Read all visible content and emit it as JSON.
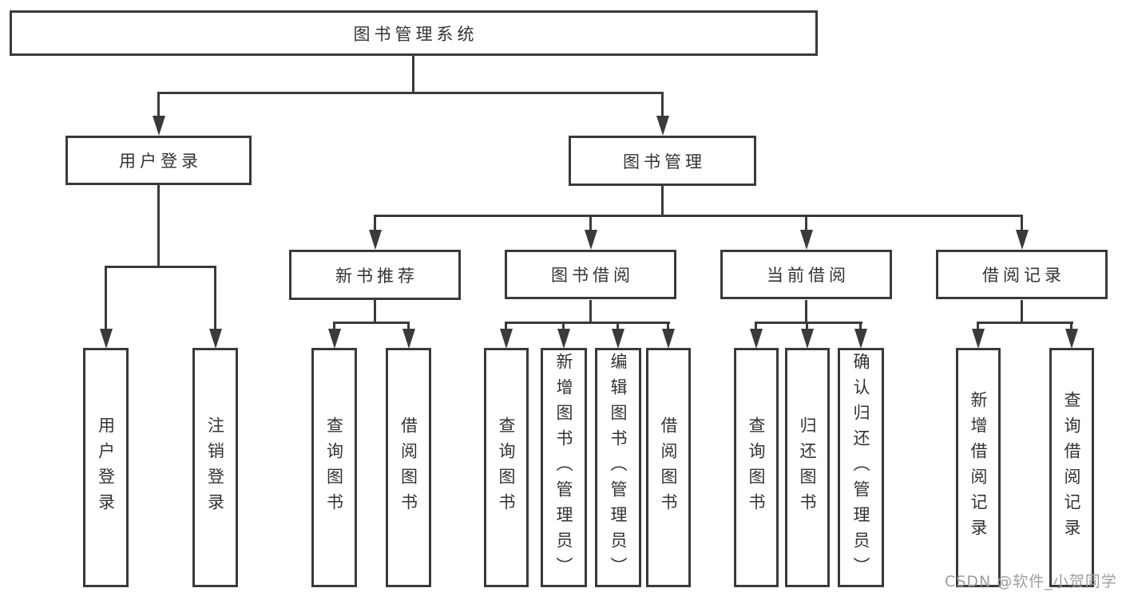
{
  "diagram": {
    "nodes": {
      "root": "图书管理系统",
      "user_login": "用户登录",
      "book_management": "图书管理",
      "new_book_recommend": "新书推荐",
      "book_borrowing": "图书借阅",
      "current_borrowing": "当前借阅",
      "borrowing_records": "借阅记录",
      "leaf_user_login": "用户登录",
      "leaf_logout": "注销登录",
      "leaf_query_books_recommend": "查询图书",
      "leaf_borrow_books_recommend": "借阅图书",
      "leaf_query_books_borrowing": "查询图书",
      "leaf_add_books_admin": "新增图书（管理员）",
      "leaf_edit_books_admin": "编辑图书（管理员）",
      "leaf_borrow_books_borrowing": "借阅图书",
      "leaf_query_books_current": "查询图书",
      "leaf_return_books": "归还图书",
      "leaf_confirm_return_admin": "确认归还（管理员）",
      "leaf_add_borrow_record": "新增借阅记录",
      "leaf_query_borrow_record": "查询借阅记录"
    }
  },
  "watermark": "CSDN @软件_小贺同学",
  "colors": {
    "line": "#3a3a3a",
    "text": "#333333",
    "background": "#ffffff",
    "watermark": "#9d9d9d"
  }
}
